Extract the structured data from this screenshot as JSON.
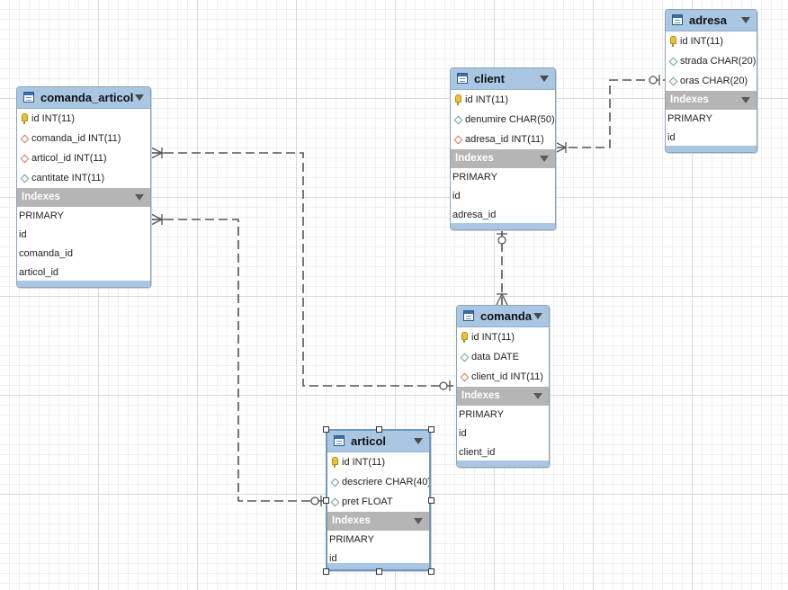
{
  "tables": {
    "comanda_articol": {
      "title": "comanda_articol",
      "columns": [
        "id INT(11)",
        "comanda_id INT(11)",
        "articol_id INT(11)",
        "cantitate INT(11)"
      ],
      "indexes_label": "Indexes",
      "indexes": [
        "PRIMARY",
        "id",
        "comanda_id",
        "articol_id"
      ]
    },
    "client": {
      "title": "client",
      "columns": [
        "id INT(11)",
        "denumire CHAR(50)",
        "adresa_id INT(11)"
      ],
      "indexes_label": "Indexes",
      "indexes": [
        "PRIMARY",
        "id",
        "adresa_id"
      ]
    },
    "adresa": {
      "title": "adresa",
      "columns": [
        "id INT(11)",
        "strada CHAR(20)",
        "oras CHAR(20)"
      ],
      "indexes_label": "Indexes",
      "indexes": [
        "PRIMARY",
        "id"
      ]
    },
    "comanda": {
      "title": "comanda",
      "columns": [
        "id INT(11)",
        "data DATE",
        "client_id INT(11)"
      ],
      "indexes_label": "Indexes",
      "indexes": [
        "PRIMARY",
        "id",
        "client_id"
      ]
    },
    "articol": {
      "title": "articol",
      "columns": [
        "id INT(11)",
        "descriere CHAR(40)",
        "pret FLOAT"
      ],
      "indexes_label": "Indexes",
      "indexes": [
        "PRIMARY",
        "id"
      ]
    }
  },
  "relationships": [
    {
      "from": "comanda_articol",
      "to": "comanda",
      "from_card": "many",
      "to_card": "zero-or-one"
    },
    {
      "from": "comanda_articol",
      "to": "articol",
      "from_card": "many",
      "to_card": "zero-or-one"
    },
    {
      "from": "client",
      "to": "adresa",
      "from_card": "many",
      "to_card": "zero-or-one"
    },
    {
      "from": "comanda",
      "to": "client",
      "from_card": "many",
      "to_card": "zero-or-one"
    }
  ],
  "selected_table": "articol",
  "colors": {
    "header": "#a9c6e3",
    "indexes": "#b5b5b5",
    "connector": "#555555"
  }
}
